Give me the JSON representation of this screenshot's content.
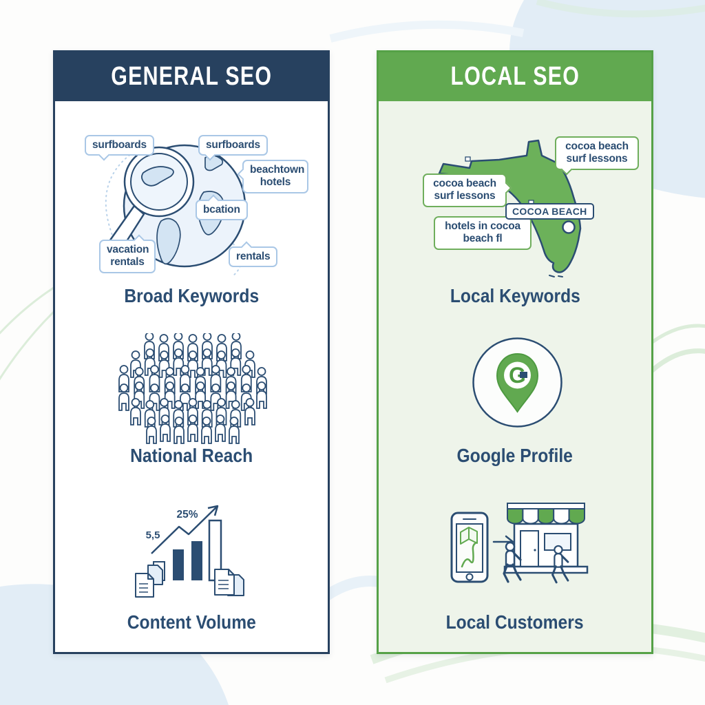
{
  "left_panel": {
    "header": "GENERAL SEO",
    "bubbles": {
      "top_left": "surfboards",
      "top_right": "surfboards",
      "right": "beachtown hotels",
      "center": "bcation",
      "bottom_left": "vacation rentals",
      "bottom_right": "rentals"
    },
    "labels": {
      "keywords": "Broad Keywords",
      "reach": "National Reach",
      "volume": "Content Volume"
    },
    "chart": {
      "percent": "25%",
      "value": "5,5"
    }
  },
  "right_panel": {
    "header": "LOCAL SEO",
    "bubbles": {
      "top_right": "cocoa beach surf lessons",
      "left": "cocoa beach surf lessons",
      "bottom_left": "hotels in cocoa beach fl"
    },
    "map_tag": "COCOA BEACH",
    "google_letter": "G",
    "labels": {
      "keywords": "Local Keywords",
      "profile": "Google Profile",
      "customers": "Local Customers"
    }
  },
  "colors": {
    "navy": "#27415f",
    "navy_text": "#2b4d72",
    "green": "#61a950",
    "green_dark": "#4e9a41",
    "green_border": "#55a147",
    "panel_green": "#eef4ea",
    "bubble_blue": "#a9c7e6",
    "bubble_green": "#6fae5c",
    "pale_blue": "#e2edf6",
    "pale_green": "#dcedda",
    "globe_fill": "#ecf3fb",
    "continent_fill": "#d3e4f3",
    "map_green": "#6cb15a"
  }
}
